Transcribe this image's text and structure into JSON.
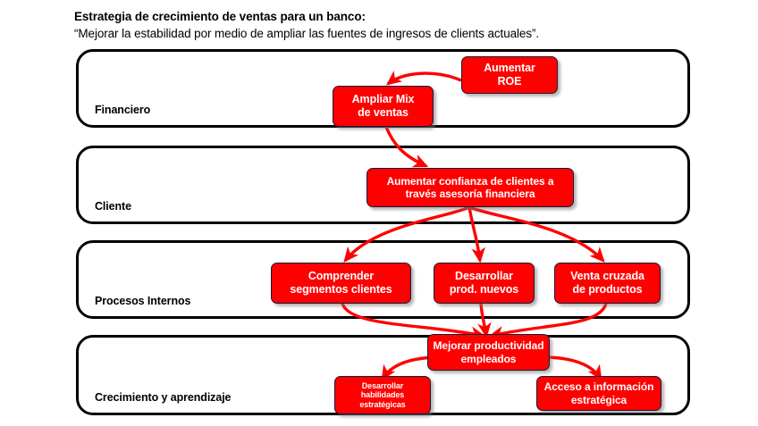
{
  "title": {
    "line1": "Estrategia de crecimiento de ventas para un banco:",
    "line2": "“Mejorar la estabilidad por medio de ampliar las fuentes de ingresos de clients actuales”."
  },
  "colors": {
    "node_fill": "#FF0000",
    "node_border": "#1a1a3a",
    "arrow": "#FF0000",
    "band_border": "#000000",
    "background": "#FFFFFF",
    "node_text": "#FFFFFF"
  },
  "perspectives": [
    {
      "label": "Financiero"
    },
    {
      "label": "Cliente"
    },
    {
      "label": "Procesos Internos"
    },
    {
      "label": "Crecimiento y aprendizaje"
    }
  ],
  "objectives": {
    "aumentar_roe": {
      "line1": "Aumentar",
      "line2": "ROE"
    },
    "ampliar_mix": {
      "line1": "Ampliar Mix",
      "line2": "de ventas"
    },
    "confianza_clientes": {
      "line1": "Aumentar confianza de clientes a",
      "line2": "través asesoría financiera"
    },
    "comprender_segmentos": {
      "line1": "Comprender",
      "line2": "segmentos clientes"
    },
    "desarrollar_productos": {
      "line1": "Desarrollar",
      "line2": "prod. nuevos"
    },
    "venta_cruzada": {
      "line1": "Venta cruzada",
      "line2": "de productos"
    },
    "mejorar_productividad": {
      "line1": "Mejorar productividad",
      "line2": "empleados"
    },
    "habilidades_estrategicas": {
      "line1": "Desarrollar",
      "line2": "habilidades",
      "line3": "estratégicas"
    },
    "acceso_informacion": {
      "line1": "Acceso a información",
      "line2": "estratégica"
    }
  }
}
